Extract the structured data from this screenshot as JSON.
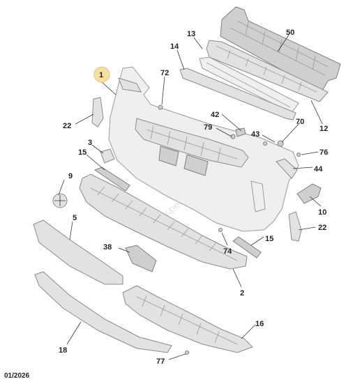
{
  "diagram": {
    "date_code": "01/2026",
    "watermark": "www.peugeotparts.com",
    "highlight_color": "#f7dfa0",
    "parts": [
      {
        "id": "1",
        "label": "1"
      },
      {
        "id": "2",
        "label": "2"
      },
      {
        "id": "3",
        "label": "3"
      },
      {
        "id": "5",
        "label": "5"
      },
      {
        "id": "9",
        "label": "9"
      },
      {
        "id": "10",
        "label": "10"
      },
      {
        "id": "12",
        "label": "12"
      },
      {
        "id": "13",
        "label": "13"
      },
      {
        "id": "14",
        "label": "14"
      },
      {
        "id": "15a",
        "label": "15"
      },
      {
        "id": "15b",
        "label": "15"
      },
      {
        "id": "16",
        "label": "16"
      },
      {
        "id": "18",
        "label": "18"
      },
      {
        "id": "22a",
        "label": "22"
      },
      {
        "id": "22b",
        "label": "22"
      },
      {
        "id": "38",
        "label": "38"
      },
      {
        "id": "42",
        "label": "42"
      },
      {
        "id": "43",
        "label": "43"
      },
      {
        "id": "44",
        "label": "44"
      },
      {
        "id": "50",
        "label": "50"
      },
      {
        "id": "70",
        "label": "70"
      },
      {
        "id": "72",
        "label": "72"
      },
      {
        "id": "74",
        "label": "74"
      },
      {
        "id": "76",
        "label": "76"
      },
      {
        "id": "77",
        "label": "77"
      },
      {
        "id": "79",
        "label": "79"
      }
    ]
  }
}
